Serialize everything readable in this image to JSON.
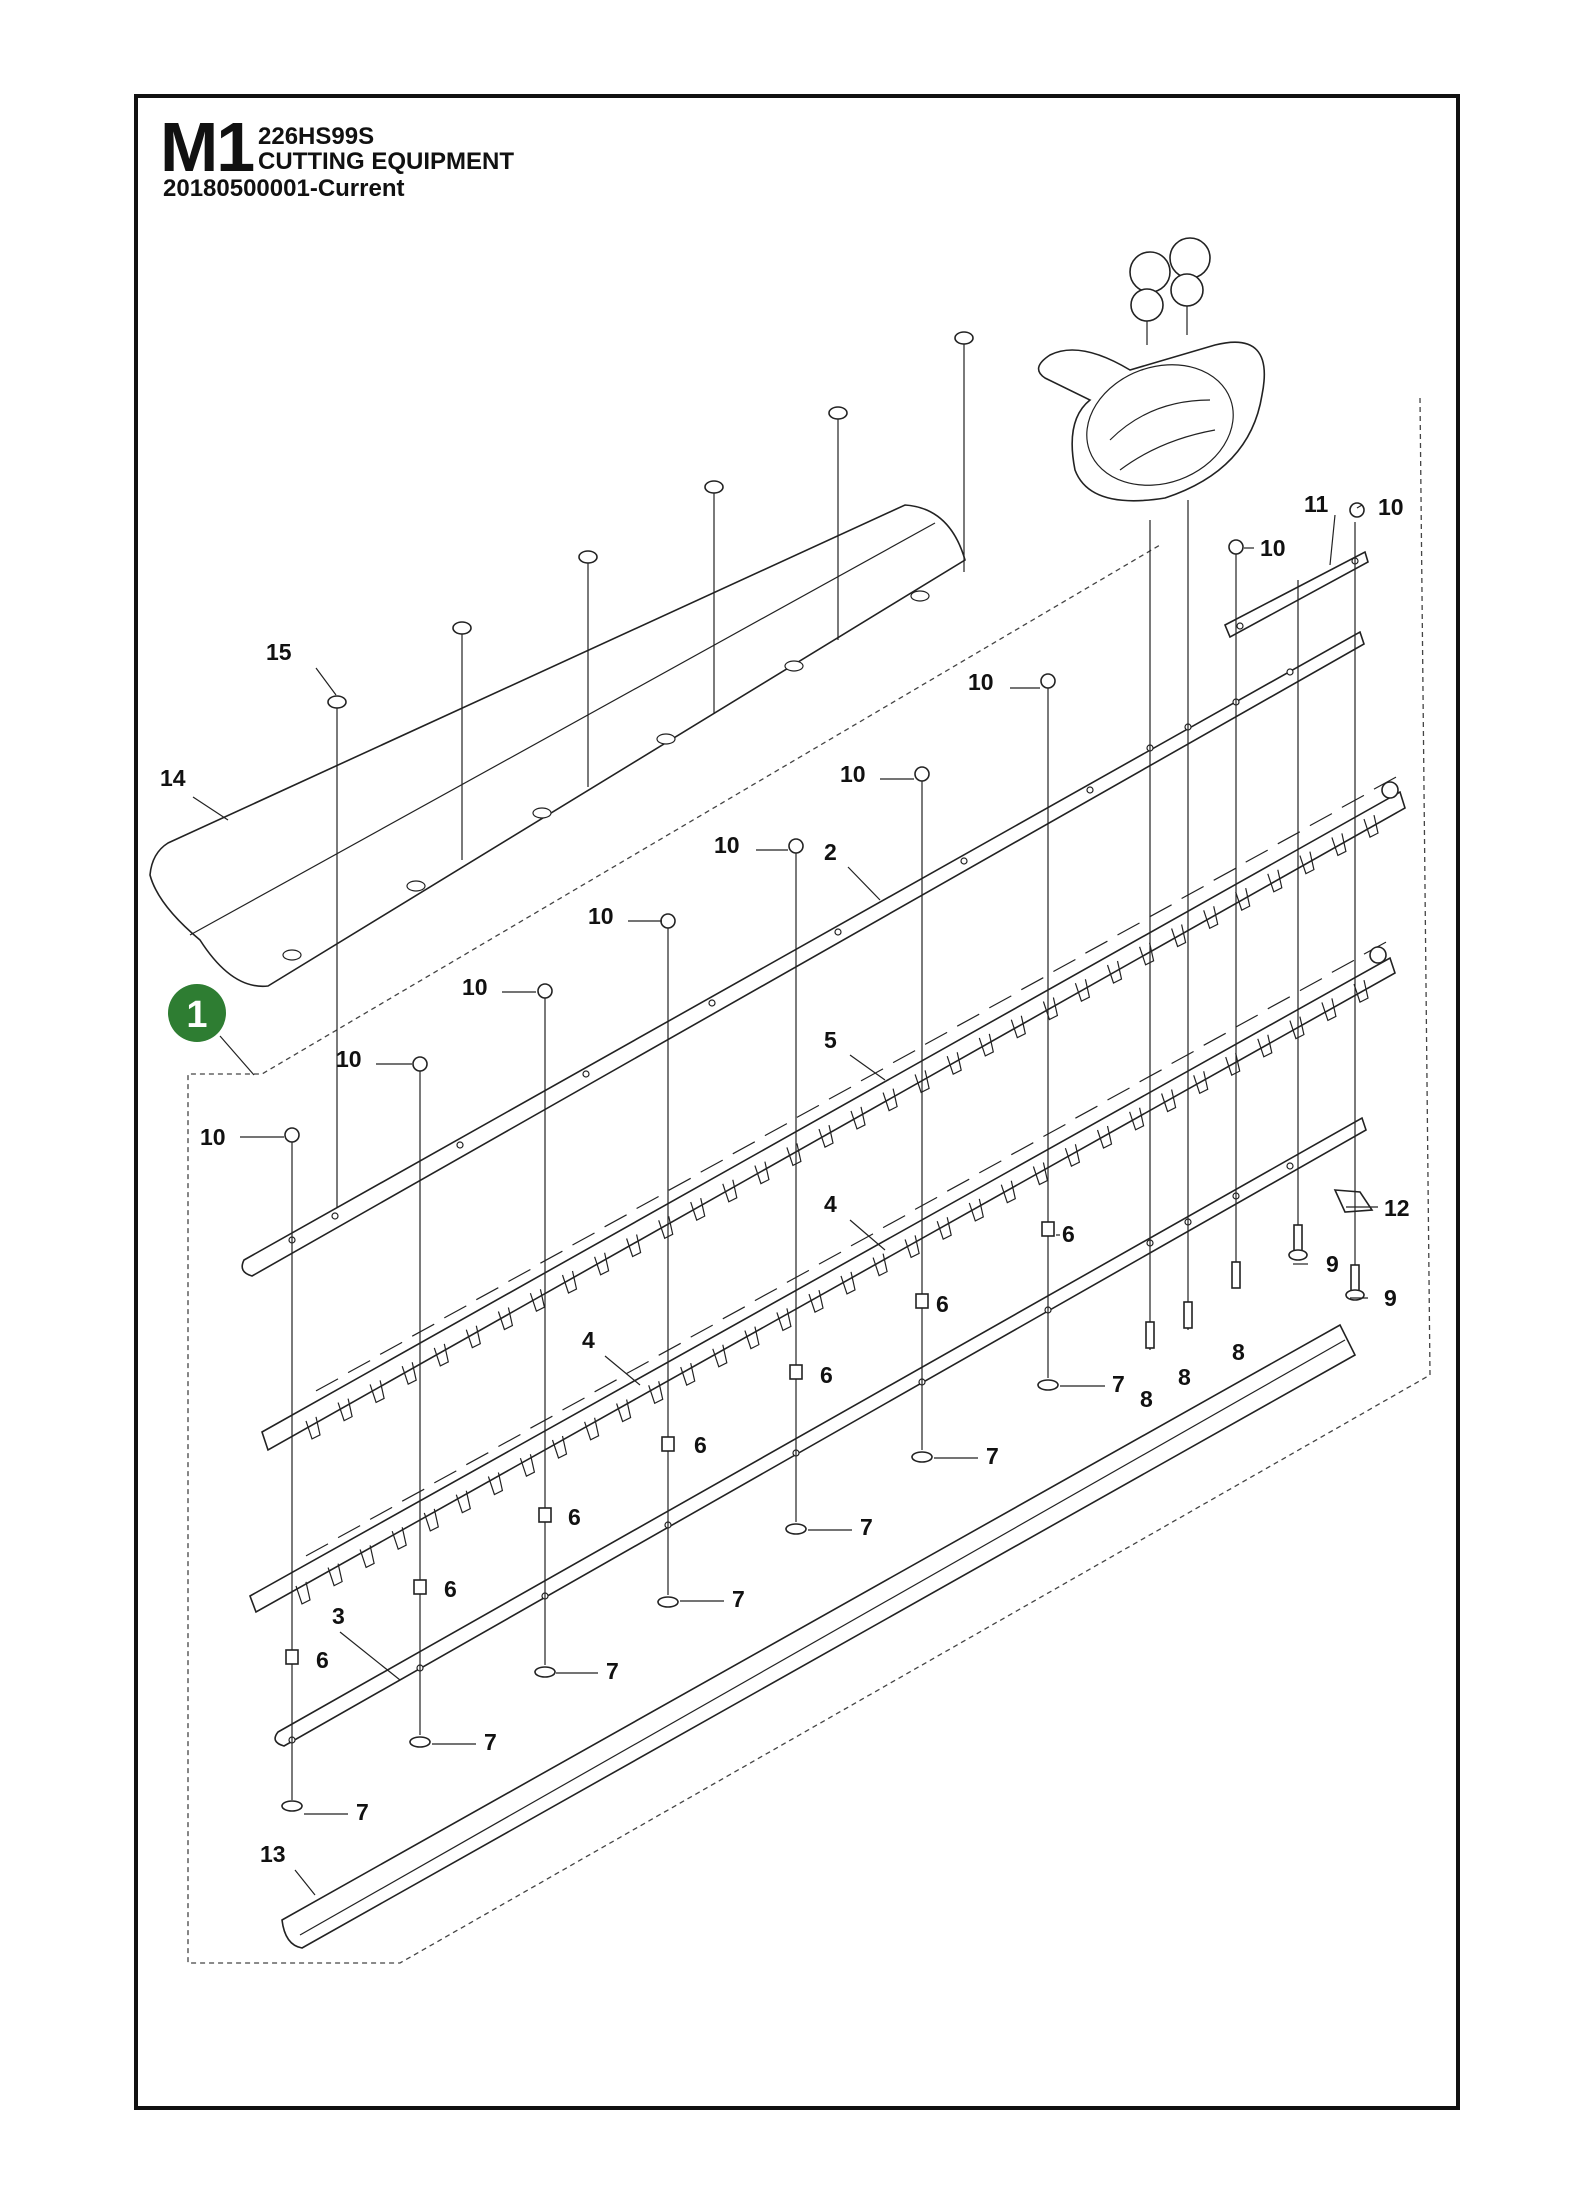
{
  "header": {
    "section_code": "M1",
    "model": "226HS99S",
    "title": "CUTTING EQUIPMENT",
    "version": "20180500001-Current"
  },
  "assembly": {
    "number": "1",
    "color": "#2e7d32"
  },
  "callouts": {
    "p2": "2",
    "p3": "3",
    "p4a": "4",
    "p4b": "4",
    "p5": "5",
    "p6": "6",
    "p7": "7",
    "p8": "8",
    "p9": "9",
    "p10": "10",
    "p11": "11",
    "p12": "12",
    "p13": "13",
    "p14": "14",
    "p15": "15"
  }
}
